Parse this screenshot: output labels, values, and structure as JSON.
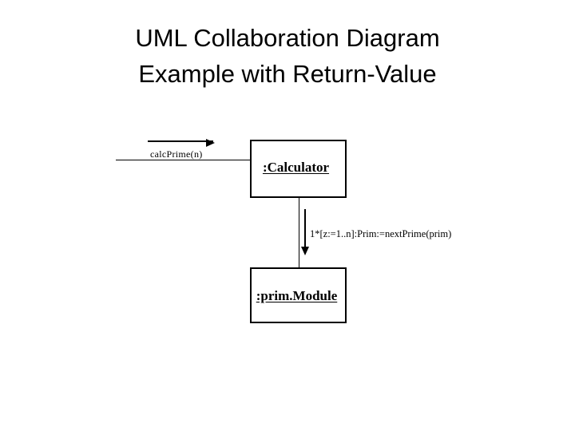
{
  "title": {
    "line1": "UML Collaboration Diagram",
    "line2": "Example with Return-Value"
  },
  "diagram": {
    "type": "uml-collaboration-diagram",
    "objects": [
      {
        "id": "calculator",
        "name": ":Calculator",
        "role": "",
        "class": "Calculator"
      },
      {
        "id": "primmodule",
        "name": ":prim.Module",
        "role": "",
        "class": "prim.Module"
      }
    ],
    "messages": [
      {
        "id": "calcprime",
        "label": "calcPrime(n)",
        "direction": "right",
        "from": "actor",
        "to": "calculator"
      },
      {
        "id": "return",
        "label": "1*[z:=1..n]:Prim:=nextPrime(prim)",
        "direction": "down",
        "from": "calculator",
        "to": "primmodule"
      }
    ],
    "links": [
      {
        "id": "actor-calculator",
        "orientation": "horizontal"
      },
      {
        "id": "calculator-primmodule",
        "orientation": "vertical"
      }
    ],
    "colors": {
      "background": "#ffffff",
      "stroke": "#000000",
      "text": "#000000"
    }
  }
}
